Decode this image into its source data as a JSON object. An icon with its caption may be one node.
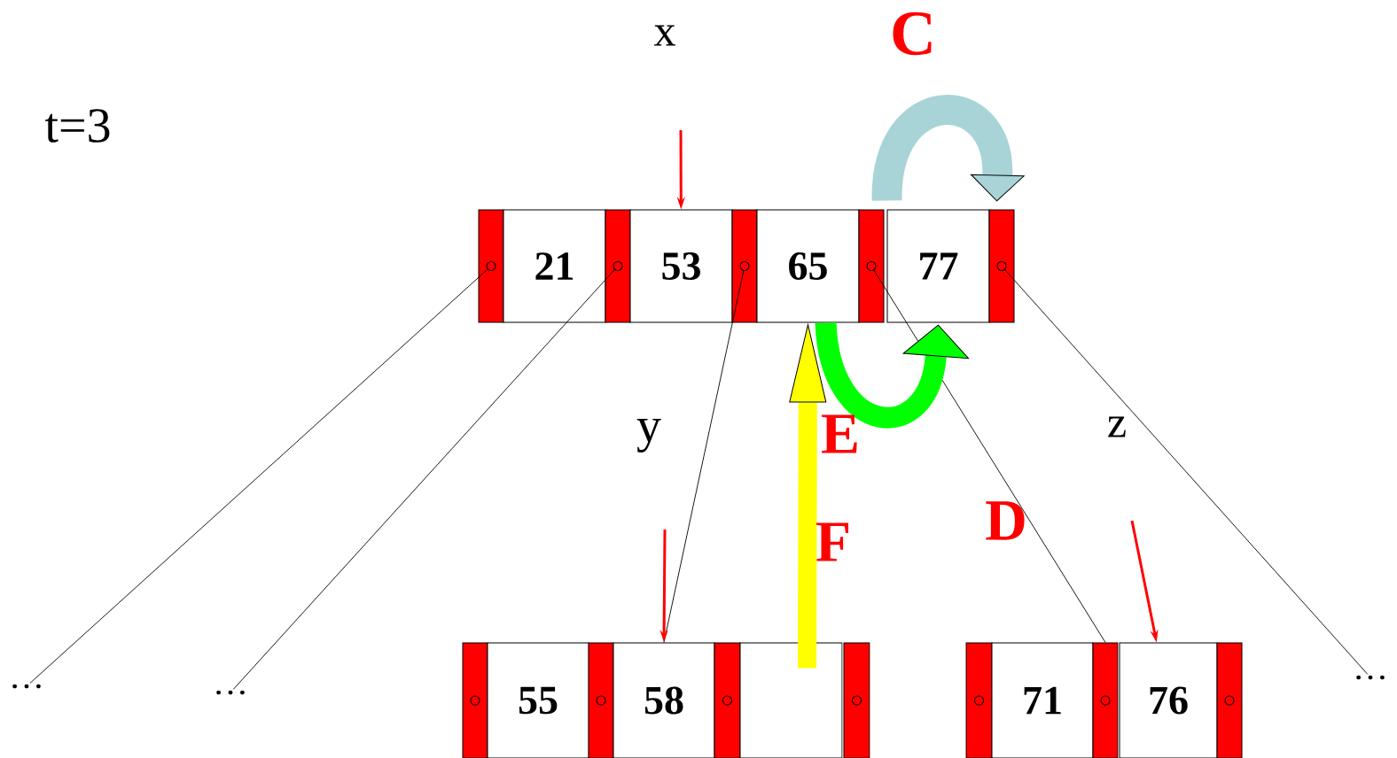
{
  "diagram": {
    "nodes": [
      {
        "text": [],
        "shape": "bar"
      },
      {
        "text": [
          "21"
        ]
      },
      {
        "text": [],
        "shape": "bar"
      },
      {
        "text": [
          "53"
        ]
      },
      {
        "text": [],
        "shape": "bar"
      },
      {
        "text": [
          "65"
        ]
      },
      {
        "text": [],
        "shape": "bar"
      },
      {
        "text": [
          "77"
        ]
      },
      {
        "text": [],
        "shape": "bar"
      },
      {
        "text": [],
        "shape": "bar"
      },
      {
        "text": [
          "55"
        ]
      },
      {
        "text": [],
        "shape": "bar"
      },
      {
        "text": [
          "58"
        ]
      },
      {
        "text": [],
        "shape": "bar"
      },
      {
        "text": [],
        "shape": "box"
      },
      {
        "text": [],
        "shape": "bar"
      },
      {
        "text": [],
        "shape": "bar"
      },
      {
        "text": [
          "71"
        ]
      },
      {
        "text": [],
        "shape": "bar"
      },
      {
        "text": [
          "76"
        ]
      },
      {
        "text": [],
        "shape": "bar"
      },
      {
        "text": [
          "…"
        ]
      },
      {
        "text": [
          "…"
        ]
      },
      {
        "text": [
          "…"
        ]
      }
    ],
    "edges": [
      {
        "from": 0,
        "to": 21,
        "arrow": "none"
      },
      {
        "from": 2,
        "to": 22,
        "arrow": "none"
      },
      {
        "from": 4,
        "to": 12,
        "arrow": "none"
      },
      {
        "from": 6,
        "to": 18,
        "arrow": "none"
      },
      {
        "from": 8,
        "to": 23,
        "arrow": "none"
      },
      {
        "from": null,
        "to": 3,
        "arrow": "to",
        "color": "#ff0000"
      },
      {
        "from": null,
        "to": 12,
        "arrow": "to",
        "color": "#ff0000"
      },
      {
        "from": null,
        "to": 19,
        "arrow": "to",
        "color": "#ff0000"
      },
      {
        "from": 14,
        "to": 5,
        "arrow": "to",
        "style": "thick",
        "color": "#ffff00"
      },
      {
        "from": 5,
        "to": 7,
        "arrow": "to",
        "style": "thick",
        "color": "#00ff00"
      },
      {
        "from": 7,
        "to": 8,
        "arrow": "to",
        "style": "thick",
        "color": "#a8d4d8"
      }
    ],
    "labels": [
      "x",
      "C",
      "t=3",
      "y",
      "E",
      "z",
      "D",
      "F"
    ]
  }
}
